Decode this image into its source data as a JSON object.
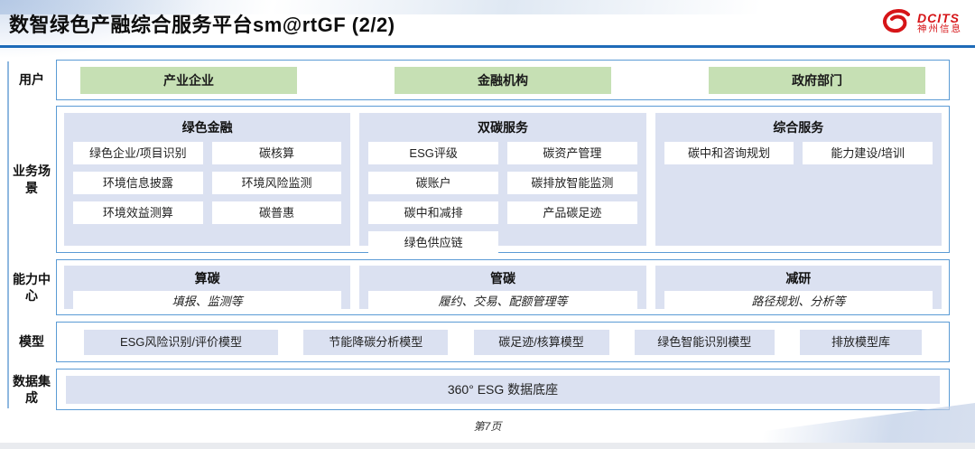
{
  "header": {
    "title": "数智绿色产融综合服务平台sm@rtGF (2/2)",
    "logo": {
      "brand": "DCITS",
      "company": "神州信息"
    }
  },
  "diagram": {
    "users": {
      "label": "用户",
      "items": [
        "产业企业",
        "金融机构",
        "政府部门"
      ]
    },
    "scenarios": {
      "label": "业务场景",
      "columns": [
        {
          "title": "绿色金融",
          "items": [
            "绿色企业/项目识别",
            "碳核算",
            "环境信息披露",
            "环境风险监测",
            "环境效益测算",
            "碳普惠"
          ]
        },
        {
          "title": "双碳服务",
          "items": [
            "ESG评级",
            "碳资产管理",
            "碳账户",
            "碳排放智能监测",
            "碳中和减排",
            "产品碳足迹",
            "绿色供应链"
          ]
        },
        {
          "title": "综合服务",
          "items": [
            "碳中和咨询规划",
            "能力建设/培训"
          ]
        }
      ]
    },
    "capabilities": {
      "label": "能力中心",
      "blocks": [
        {
          "title": "算碳",
          "desc": "填报、监测等"
        },
        {
          "title": "管碳",
          "desc": "履约、交易、配额管理等"
        },
        {
          "title": "减研",
          "desc": "路径规划、分析等"
        }
      ]
    },
    "models": {
      "label": "模型",
      "items": [
        "ESG风险识别/评价模型",
        "节能降碳分析模型",
        "碳足迹/核算模型",
        "绿色智能识别模型",
        "排放模型库"
      ]
    },
    "data_integration": {
      "label": "数据集成",
      "item": "360° ESG 数据底座"
    }
  },
  "footer": {
    "page_number": "第7页"
  },
  "colors": {
    "accent_rule": "#1e6bb8",
    "box_border": "#5b9bd5",
    "green_box": "#c6e0b4",
    "light_blue_box": "#dbe1f1",
    "logo_red": "#d61518"
  }
}
